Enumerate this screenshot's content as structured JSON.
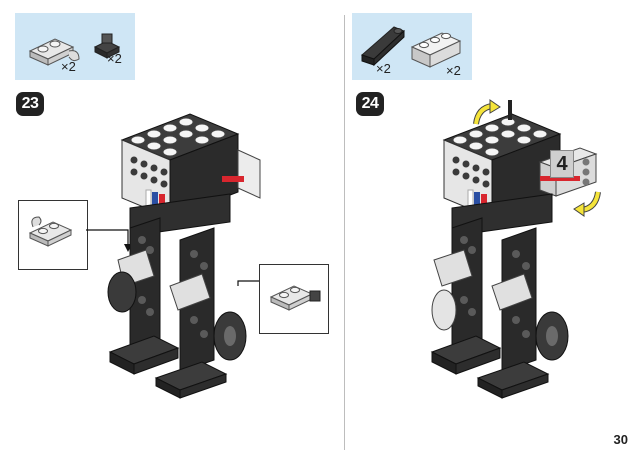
{
  "steps": {
    "left": {
      "number": "23",
      "parts": [
        {
          "icon": "plate-clip-icon",
          "quantity": "×2"
        },
        {
          "icon": "clip-bracket-icon",
          "quantity": "×2"
        }
      ]
    },
    "right": {
      "number": "24",
      "parts": [
        {
          "icon": "slope-brick-icon",
          "quantity": "×2"
        },
        {
          "icon": "brick-1x3-icon",
          "quantity": "×2"
        }
      ],
      "stack_count": "4"
    }
  },
  "page": {
    "number": "30"
  },
  "colors": {
    "parts_bg": "#cfe6f5",
    "badge": "#222222",
    "arrow": "#f5e43a",
    "stripe_red": "#d8262e",
    "stripe_blue": "#2b4fa3"
  }
}
